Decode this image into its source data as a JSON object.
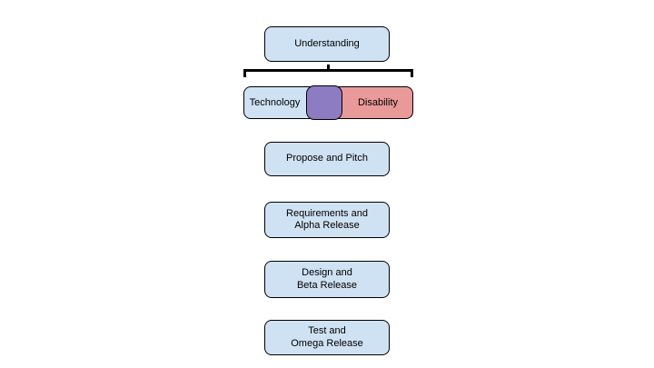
{
  "slide": {
    "colors": {
      "slide_bg": "#ffffff",
      "box_fill_blue": "#cfe2f3",
      "box_fill_purple": "#8e7cc3",
      "box_fill_pink": "#ea9999",
      "box_border": "#000000",
      "bracket": "#000000",
      "text": "#000000"
    },
    "understanding_box": {
      "label": "Understanding"
    },
    "split_row": {
      "technology_label": "Technology",
      "disability_label": "Disability"
    },
    "steps": [
      {
        "lines": [
          "Propose and Pitch",
          ""
        ]
      },
      {
        "lines": [
          "Requirements and",
          "Alpha Release"
        ]
      },
      {
        "lines": [
          "Design and",
          "Beta Release"
        ]
      },
      {
        "lines": [
          "Test and",
          "Omega Release"
        ]
      }
    ]
  }
}
